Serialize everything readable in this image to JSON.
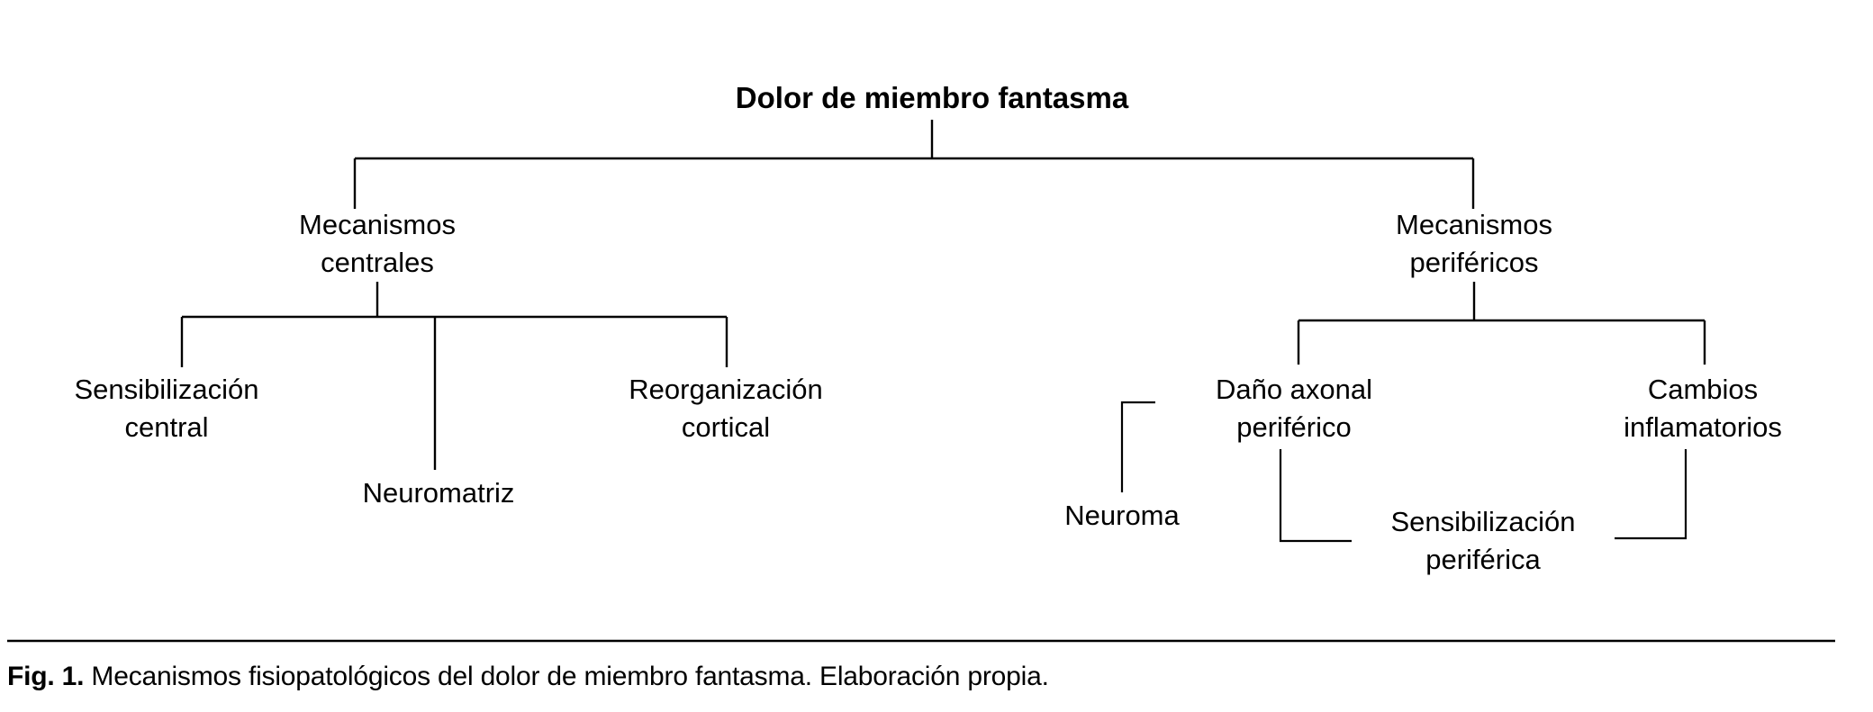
{
  "figure": {
    "caption_label": "Fig. 1.",
    "caption_text": "Mecanismos fisiopatológicos del dolor de miembro fantasma. Elaboración propia.",
    "background_color": "#ffffff",
    "line_color": "#000000",
    "text_color": "#000000"
  },
  "chart_data": {
    "type": "diagram",
    "title": "Dolor de miembro fantasma",
    "subtype": "hierarchy-tree",
    "orientation": "top-down",
    "levels": 3,
    "nodes": [
      {
        "id": "root",
        "label": "Dolor de miembro fantasma",
        "level": 0,
        "bold": true
      },
      {
        "id": "centrales",
        "label_line1": "Mecanismos",
        "label_line2": "centrales",
        "level": 1,
        "parent": "root"
      },
      {
        "id": "perifericos",
        "label_line1": "Mecanismos",
        "label_line2": "periféricos",
        "level": 1,
        "parent": "root"
      },
      {
        "id": "sensibilizacion_central",
        "label_line1": "Sensibilización",
        "label_line2": "central",
        "level": 2,
        "parent": "centrales"
      },
      {
        "id": "neuromatriz",
        "label_line1": "Neuromatriz",
        "label_line2": "",
        "level": 2,
        "parent": "centrales"
      },
      {
        "id": "reorganizacion_cortical",
        "label_line1": "Reorganización",
        "label_line2": "cortical",
        "level": 2,
        "parent": "centrales"
      },
      {
        "id": "dano_axonal",
        "label_line1": "Daño axonal",
        "label_line2": "periférico",
        "level": 2,
        "parent": "perifericos"
      },
      {
        "id": "cambios_inflamatorios",
        "label_line1": "Cambios",
        "label_line2": "inflamatorios",
        "level": 2,
        "parent": "perifericos"
      },
      {
        "id": "neuroma",
        "label_line1": "Neuroma",
        "label_line2": "",
        "level": 3,
        "parent": "dano_axonal"
      },
      {
        "id": "sensibilizacion_periferica",
        "label_line1": "Sensibilización",
        "label_line2": "periférica",
        "level": 3,
        "parent": "dano_axonal"
      }
    ],
    "edges": [
      {
        "from": "root",
        "to": "centrales"
      },
      {
        "from": "root",
        "to": "perifericos"
      },
      {
        "from": "centrales",
        "to": "sensibilizacion_central"
      },
      {
        "from": "centrales",
        "to": "neuromatriz"
      },
      {
        "from": "centrales",
        "to": "reorganizacion_cortical"
      },
      {
        "from": "perifericos",
        "to": "dano_axonal"
      },
      {
        "from": "perifericos",
        "to": "cambios_inflamatorios"
      },
      {
        "from": "dano_axonal",
        "to": "neuroma"
      },
      {
        "from": "dano_axonal",
        "to": "sensibilizacion_periferica"
      },
      {
        "from": "cambios_inflamatorios",
        "to": "sensibilizacion_periferica"
      }
    ]
  },
  "labels": {
    "root": "Dolor de miembro fantasma",
    "centrales_l1": "Mecanismos",
    "centrales_l2": "centrales",
    "perifericos_l1": "Mecanismos",
    "perifericos_l2": "periféricos",
    "sens_central_l1": "Sensibilización",
    "sens_central_l2": "central",
    "neuromatriz": "Neuromatriz",
    "reorg_l1": "Reorganización",
    "reorg_l2": "cortical",
    "dano_l1": "Daño axonal",
    "dano_l2": "periférico",
    "cambios_l1": "Cambios",
    "cambios_l2": "inflamatorios",
    "neuroma": "Neuroma",
    "sens_perif_l1": "Sensibilización",
    "sens_perif_l2": "periférica"
  }
}
